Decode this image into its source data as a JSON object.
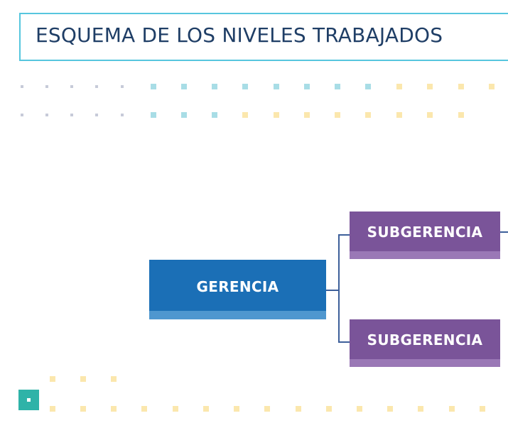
{
  "title": "ESQUEMA DE LOS NIVELES TRABAJADOS",
  "nodes": {
    "root": {
      "label": "GERENCIA"
    },
    "children": [
      {
        "label": "SUBGERENCIA"
      },
      {
        "label": "SUBGERENCIA"
      }
    ]
  },
  "colors": {
    "title_border": "#56c6de",
    "title_text": "#1f3e66",
    "root_fill": "#1b6fb6",
    "root_shade": "#4f97cf",
    "child_fill": "#7a5499",
    "child_shade": "#9a78b6",
    "connector": "#3d5f9a",
    "accent_square": "#2fb3a8",
    "dot_gray": "#c7cbd9",
    "dot_cyan": "#a8dde6",
    "dot_yellow": "#fbe7ad"
  },
  "icons": {
    "corner_square": "square-icon"
  }
}
